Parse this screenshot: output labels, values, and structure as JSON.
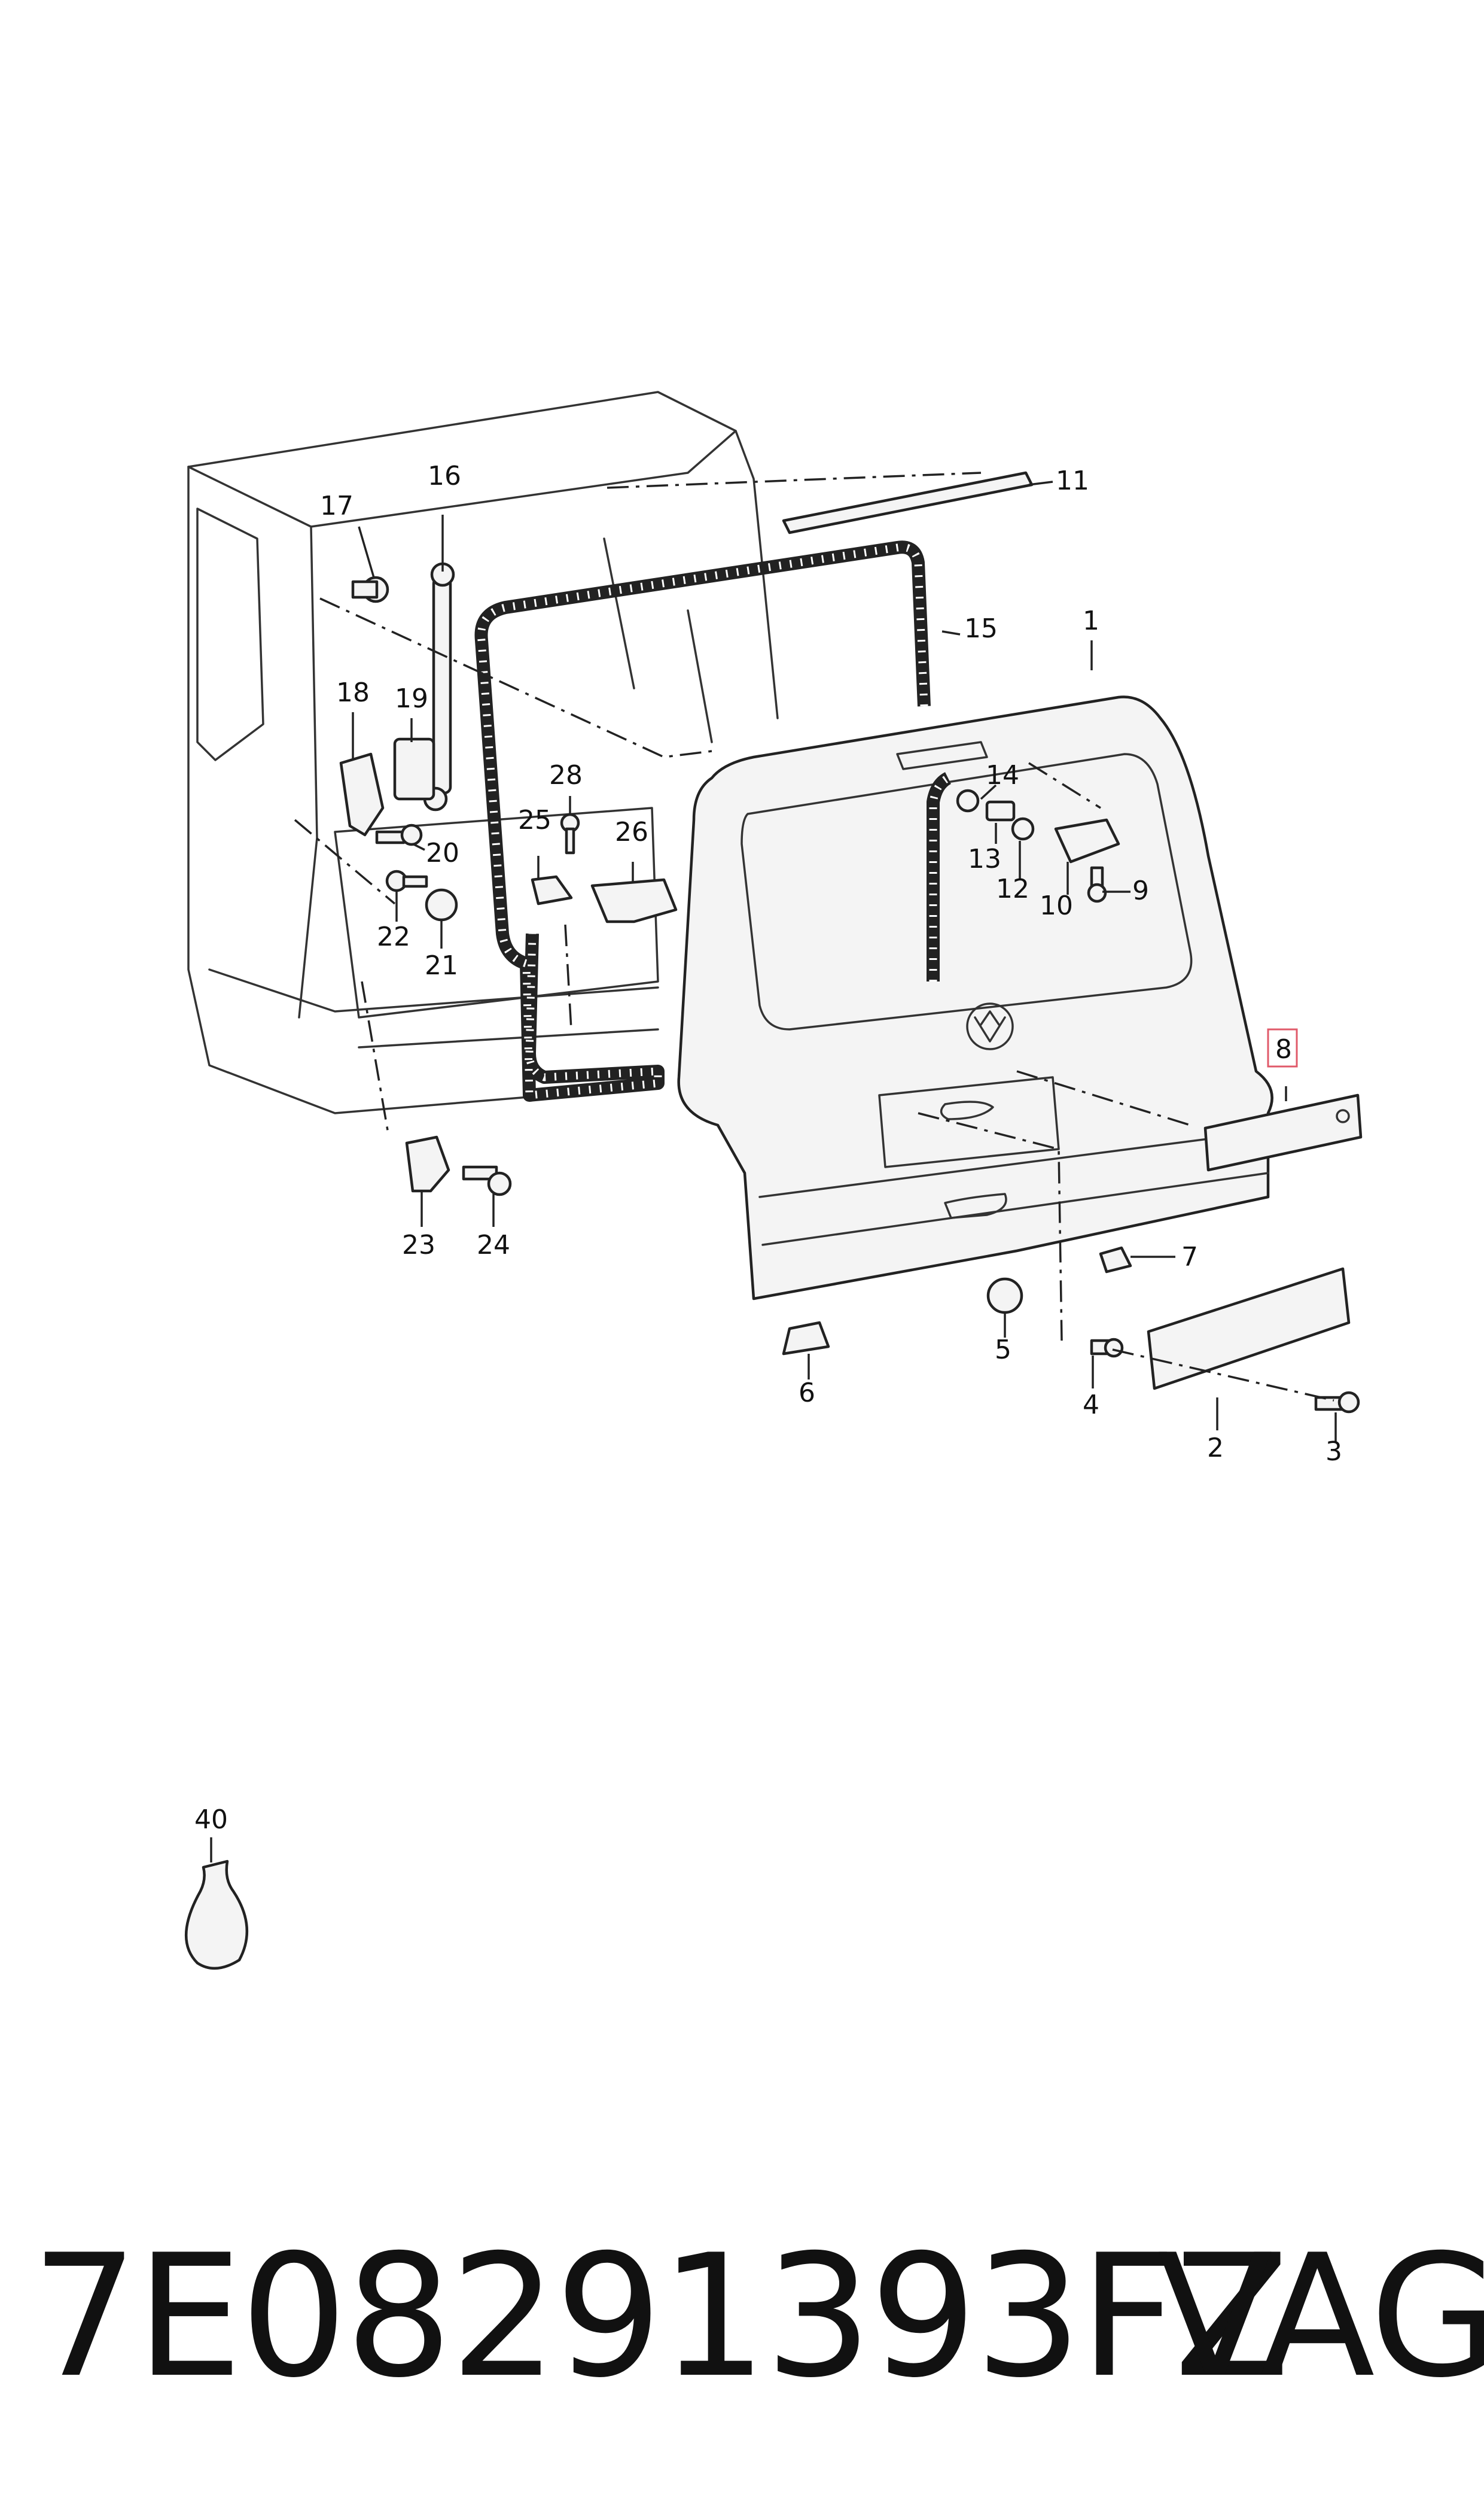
{
  "callouts": [
    "1",
    "2",
    "3",
    "4",
    "5",
    "6",
    "7",
    "8",
    "9",
    "10",
    "11",
    "12",
    "13",
    "14",
    "15",
    "16",
    "17",
    "18",
    "19",
    "20",
    "21",
    "22",
    "23",
    "24",
    "25",
    "26",
    "28",
    "40"
  ],
  "highlighted_callout": "8",
  "highlight_color": "#e05a6a",
  "footer": {
    "part_number": "7E08291393FZ",
    "brand": "VAG"
  }
}
